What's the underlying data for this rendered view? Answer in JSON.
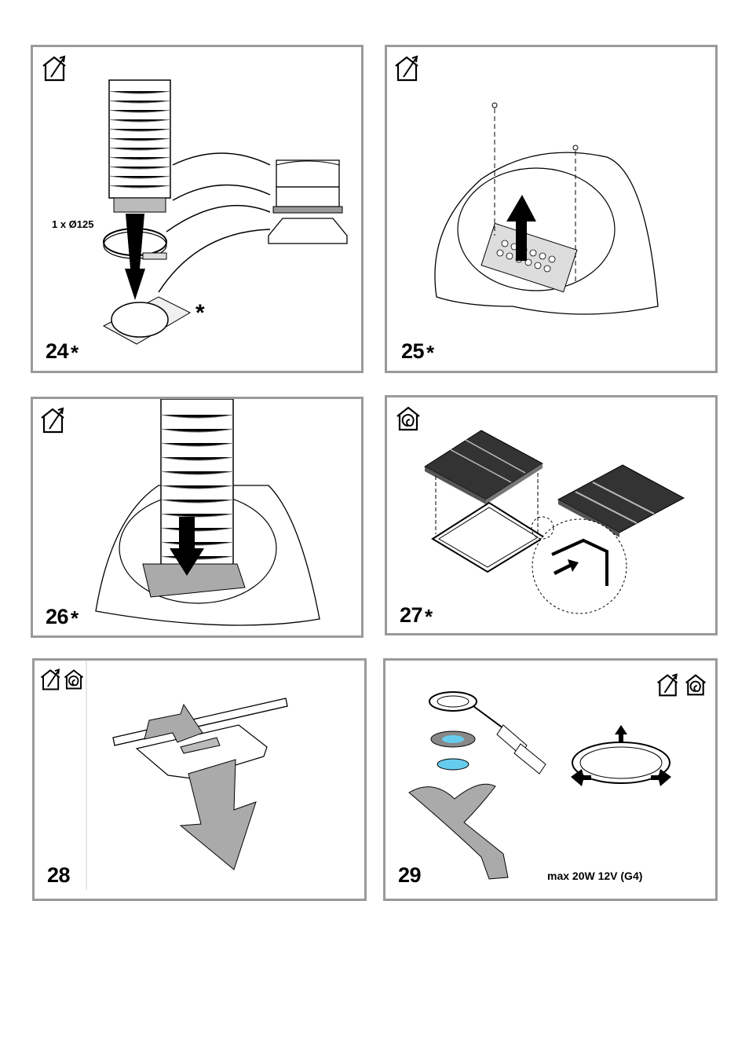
{
  "panels": [
    {
      "id": "24",
      "number": "24",
      "marker": "*",
      "icon": "ducted-house-icon",
      "label": "1 x Ø125",
      "side_marker": "*"
    },
    {
      "id": "25",
      "number": "25",
      "marker": "*",
      "icon": "ducted-house-icon"
    },
    {
      "id": "26",
      "number": "26",
      "marker": "*",
      "icon": "ducted-house-icon"
    },
    {
      "id": "27",
      "number": "27",
      "marker": "*",
      "icon": "recirculation-house-icon"
    },
    {
      "id": "28",
      "number": "28",
      "marker": "",
      "icons": [
        "ducted-house-icon",
        "recirculation-house-icon"
      ]
    },
    {
      "id": "29",
      "number": "29",
      "marker": "",
      "icons": [
        "ducted-house-icon",
        "recirculation-house-icon"
      ],
      "label": "max 20W 12V (G4)"
    }
  ],
  "colors": {
    "border": "#9a9a9a",
    "dark": "#3a3a3a",
    "arrow": "#a8a8a8",
    "lens": "#66ccee"
  }
}
